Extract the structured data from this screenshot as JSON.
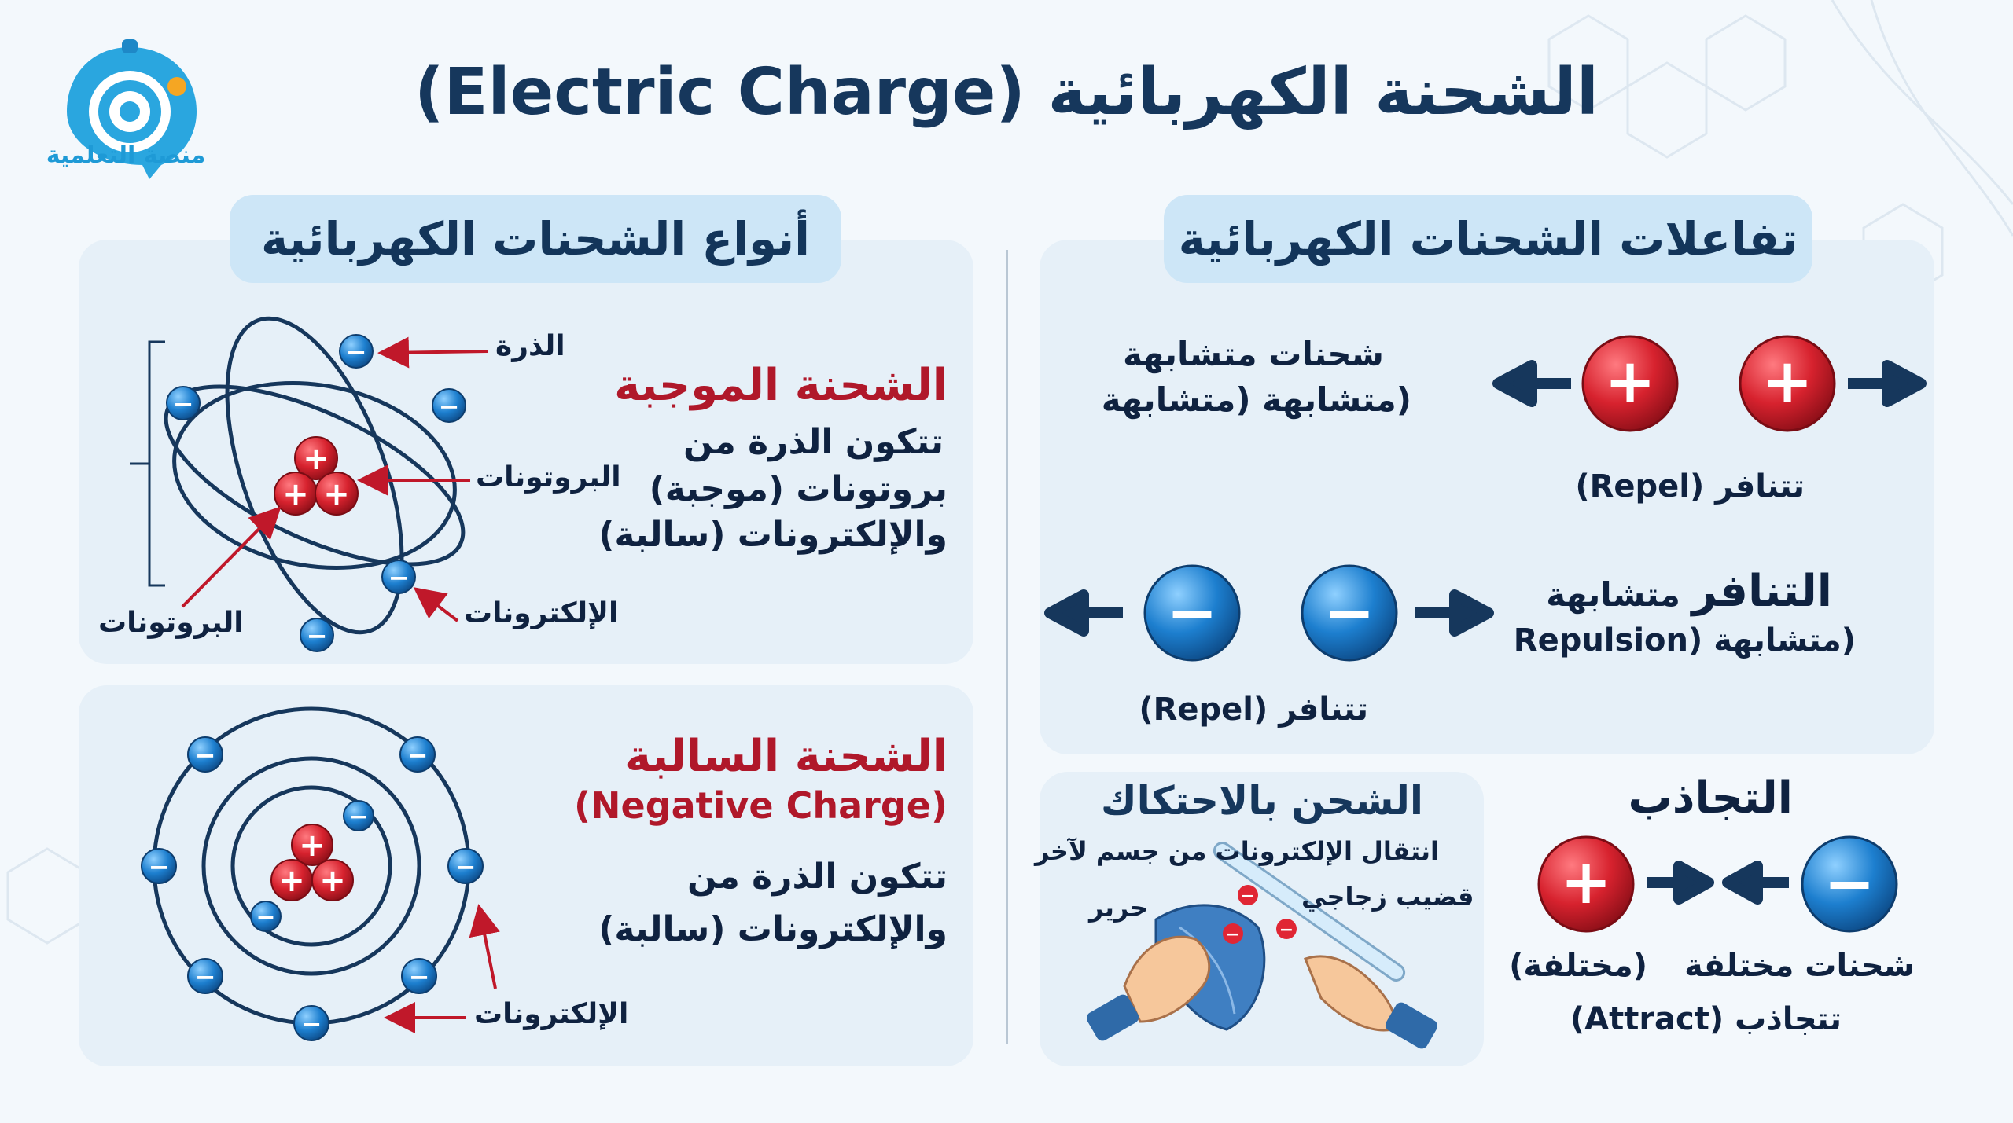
{
  "title": "الشحنة الكهربائية (Electric Charge)",
  "logo": {
    "text": "منصة التعلمية",
    "icon": "target-logo-icon"
  },
  "colors": {
    "positive": "#d7222e",
    "negative": "#1d7fcf",
    "navy": "#16375c",
    "accent_red": "#b0182a",
    "pill": "#cde6f7",
    "panel": "#e6f0f8"
  },
  "left_section": {
    "heading": "أنواع الشحنات الكهربائية",
    "positive": {
      "title": "الشحنة الموجبة",
      "lines": [
        "تتكون الذرة من",
        "بروتونات (موجبة)",
        "والإلكترونات (سالبة)"
      ],
      "labels": {
        "atom": "الذرة",
        "protons_right": "البروتونات",
        "electrons": "الإلكترونات",
        "protons_left": "البروتونات"
      }
    },
    "negative": {
      "title": "الشحنة السالبة",
      "subtitle": "(Negative Charge)",
      "lines": [
        "تتكون الذرة من",
        "والإلكترونات (سالبة)"
      ],
      "labels": {
        "electrons": "الإلكترونات"
      }
    }
  },
  "right_section": {
    "heading": "تفاعلات الشحنات الكهربائية",
    "like_positive": {
      "caption_line1": "شحنات متشابهة",
      "caption_line2": "(متشابهة  (متشابهة",
      "repel": "تتنافر (Repel)"
    },
    "repulsion": {
      "title_bold": "التنافر",
      "title_rest": "متشابهة",
      "subtitle": "(متشابهة (Repulsion",
      "repel": "تتنافر (Repel)"
    },
    "friction": {
      "title": "الشحن بالاحتكاك",
      "subtitle": "انتقال الإلكترونات من جسم لآخر",
      "silk": "حرير",
      "glass_rod": "قضيب زجاجي"
    },
    "attraction": {
      "title": "التجاذب",
      "left_label": "(مختلفة)",
      "right_label": "شحنات مختلفة",
      "attract": "تتجاذب (Attract)"
    }
  },
  "symbols": {
    "plus": "+",
    "minus": "−"
  }
}
